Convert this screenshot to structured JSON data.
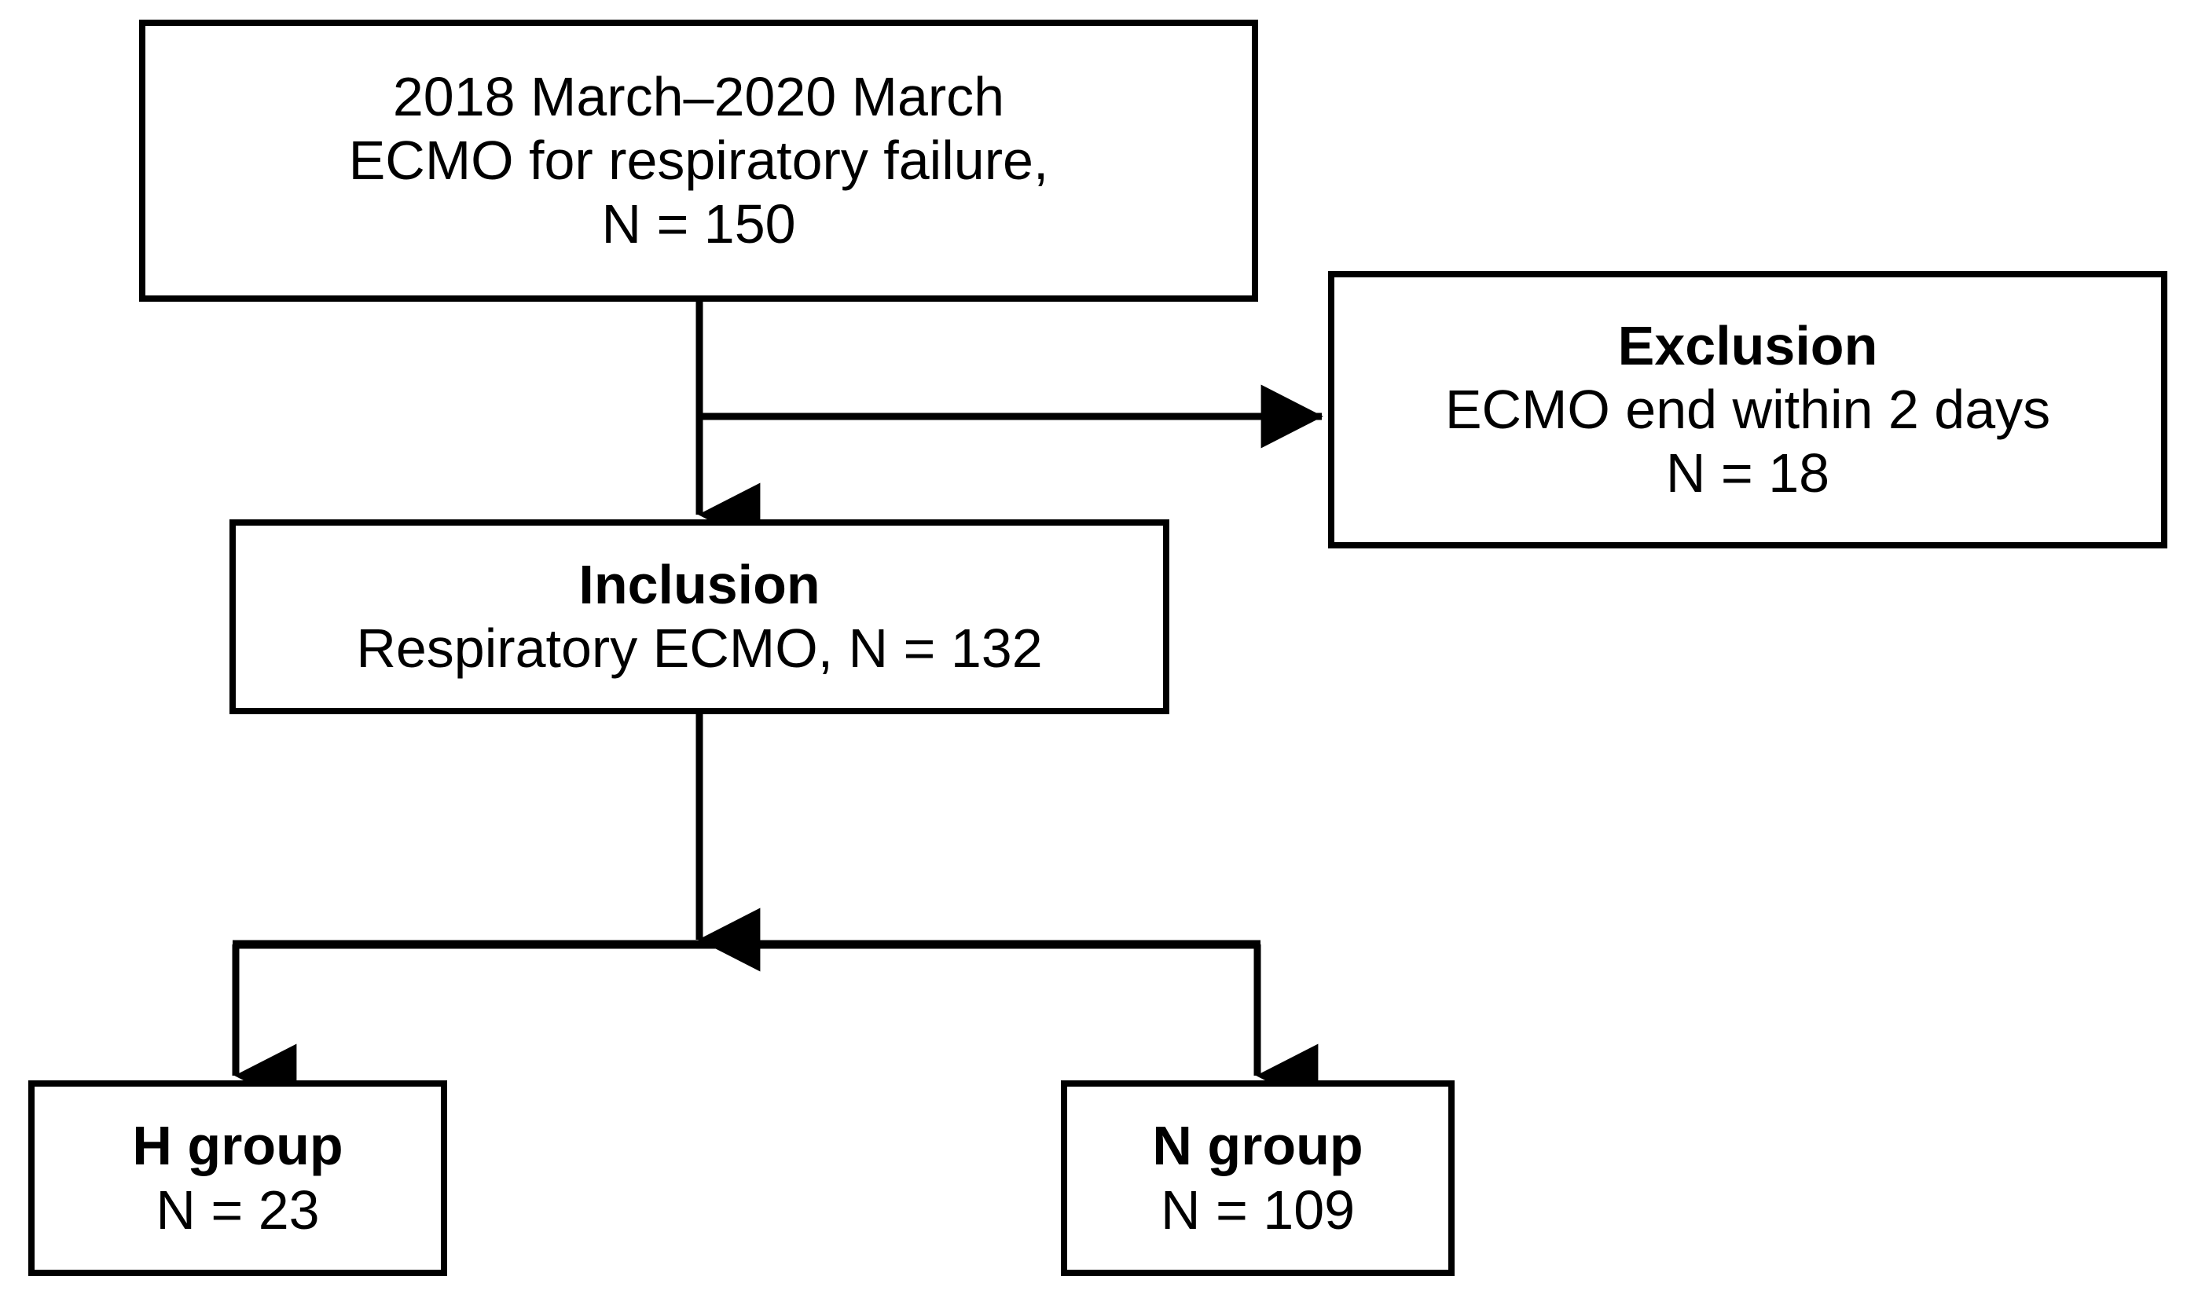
{
  "diagram": {
    "title": "ECMO respiratory failure study flow diagram",
    "type": "flowchart",
    "stroke_color": "#000000",
    "background_color": "#ffffff",
    "nodes": {
      "enrollment": {
        "name": "enrollment-box",
        "lines": [
          {
            "text": "2018 March–2020 March",
            "bold": false
          },
          {
            "text": "ECMO for respiratory failure,",
            "bold": false
          },
          {
            "text": "N = 150",
            "bold": false
          }
        ]
      },
      "exclusion": {
        "name": "exclusion-box",
        "lines": [
          {
            "text": "Exclusion",
            "bold": true
          },
          {
            "text": "ECMO end within 2 days",
            "bold": false
          },
          {
            "text": "N = 18",
            "bold": false
          }
        ]
      },
      "inclusion": {
        "name": "inclusion-box",
        "lines": [
          {
            "text": "Inclusion",
            "bold": true
          },
          {
            "text": "Respiratory ECMO, N = 132",
            "bold": false
          }
        ]
      },
      "h_group": {
        "name": "h-group-box",
        "lines": [
          {
            "text": "H group",
            "bold": true
          },
          {
            "text": "N = 23",
            "bold": false
          }
        ]
      },
      "n_group": {
        "name": "n-group-box",
        "lines": [
          {
            "text": "N group",
            "bold": true
          },
          {
            "text": "N = 109",
            "bold": false
          }
        ]
      }
    },
    "connectors": [
      {
        "name": "enrollment-to-inclusion-arrow",
        "from": "enrollment",
        "to": "inclusion",
        "style": "vertical-arrow"
      },
      {
        "name": "enrollment-to-exclusion-arrow",
        "from": "enrollment",
        "to": "exclusion",
        "style": "elbow-right-arrow"
      },
      {
        "name": "inclusion-to-split-arrow",
        "from": "inclusion",
        "to": "split-bar",
        "style": "vertical-arrow"
      },
      {
        "name": "split-to-h-group-arrow",
        "from": "split-bar",
        "to": "h_group",
        "style": "vertical-arrow"
      },
      {
        "name": "split-to-n-group-arrow",
        "from": "split-bar",
        "to": "n_group",
        "style": "vertical-arrow"
      }
    ],
    "counts": {
      "screened": 150,
      "excluded": 18,
      "included": 132,
      "h_group": 23,
      "n_group": 109
    }
  }
}
